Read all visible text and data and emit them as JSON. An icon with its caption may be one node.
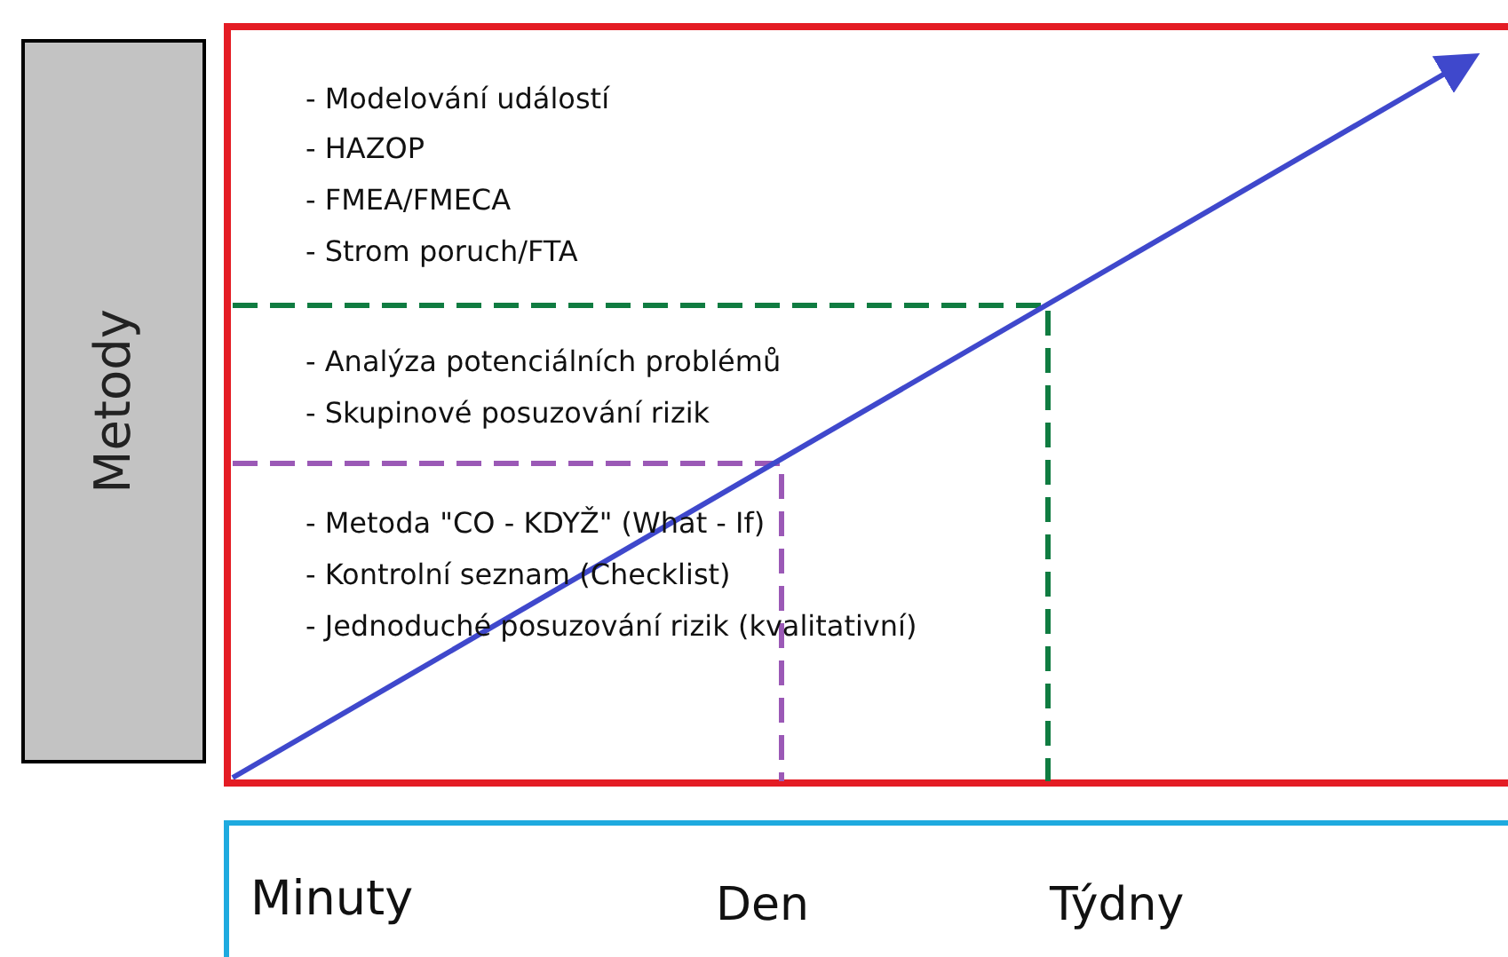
{
  "diagram": {
    "nodes": [
      {
        "text": [
          "Metody"
        ]
      },
      {
        "text": [],
        "shape": "box"
      },
      {
        "text": [
          "Minuty",
          "Den",
          "Týdny"
        ]
      }
    ],
    "edges": [],
    "labels": [
      "- Modelování událostí",
      "- HAZOP",
      "- FMEA/FMECA",
      "- Strom poruch/FTA",
      "- Analýza potenciálních problémů",
      "- Skupinové posuzování rizik",
      "- Metoda \"CO - KDYŽ\" (What - If)",
      "- Kontrolní seznam (Checklist)",
      "- Jednoduché posuzování rizik (kvalitativní)"
    ]
  }
}
